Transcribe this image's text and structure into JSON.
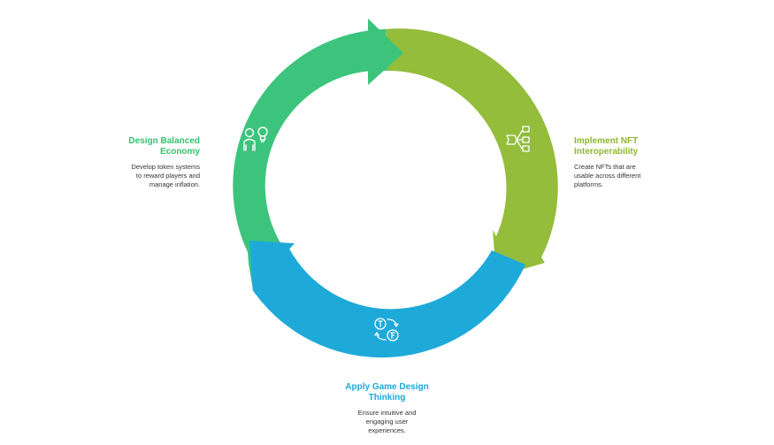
{
  "colors": {
    "green": "#3cc47c",
    "lime": "#93bd3b",
    "blue": "#1eaad9",
    "green_text": "#32c46f",
    "lime_text": "#8fb830",
    "blue_text": "#1ea8d8",
    "background": "#ffffff"
  },
  "steps": [
    {
      "id": "economy",
      "title": "Design Balanced\nEconomy",
      "description": "Develop token systems\nto reward players and\nmanage inflation.",
      "icon": "people-idea-icon"
    },
    {
      "id": "nft",
      "title": "Implement NFT\nInteroperability",
      "description": "Create NFTs that are\nusable across different\nplatforms.",
      "icon": "network-nodes-icon"
    },
    {
      "id": "game",
      "title": "Apply Game Design\nThinking",
      "description": "Ensure intuitive and\nengaging user\nexperiences.",
      "icon": "exchange-arrows-icon"
    }
  ]
}
